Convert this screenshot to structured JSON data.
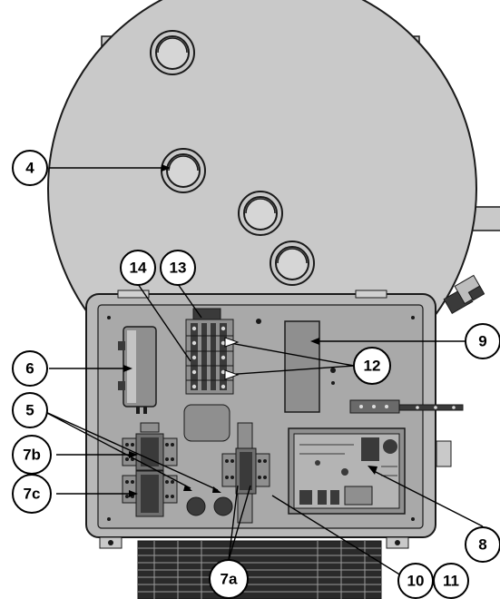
{
  "callouts": {
    "c4": "4",
    "c5": "5",
    "c6": "6",
    "c7a": "7a",
    "c7b": "7b",
    "c7c": "7c",
    "c8": "8",
    "c9": "9",
    "c10": "10",
    "c11": "11",
    "c12": "12",
    "c13": "13",
    "c14": "14"
  },
  "colors": {
    "tank": "#c9c9c9",
    "panel": "#b8b8b8",
    "panel_inner": "#a9a9a9",
    "component": "#8f8f8f",
    "dark": "#3a3a3a",
    "outline": "#1a1a1a",
    "callout_fill": "#ffffff"
  }
}
